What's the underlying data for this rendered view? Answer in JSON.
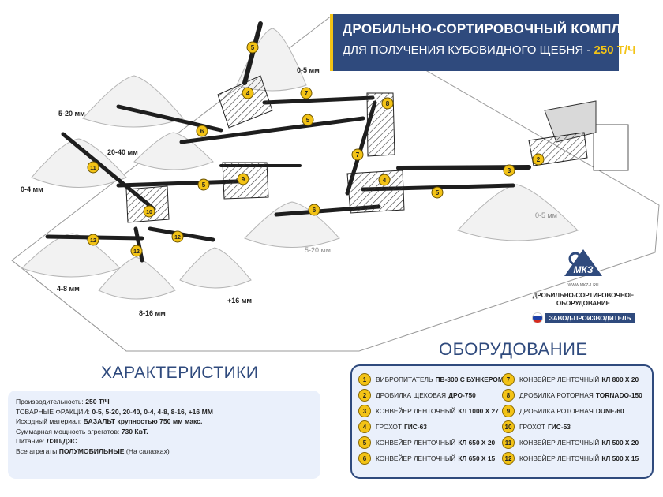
{
  "title": {
    "line1": "ДРОБИЛЬНО-СОРТИРОВОЧНЫЙ КОМПЛЕКС",
    "line2_prefix": "ДЛЯ ПОЛУЧЕНИЯ КУБОВИДНОГО ЩЕБНЯ -",
    "line2_capacity": "250 Т/Ч"
  },
  "pile_labels": {
    "p_0_5_top": "0-5 мм",
    "p_5_20_left": "5-20 мм",
    "p_20_40": "20-40 мм",
    "p_0_4": "0-4 мм",
    "p_4_8": "4-8 мм",
    "p_8_16": "8-16 мм",
    "p_16plus": "+16 мм",
    "p_5_20_center": "5-20 мм",
    "p_0_5_right": "0-5 мм"
  },
  "markers": [
    "5",
    "4",
    "7",
    "8",
    "5",
    "6",
    "11",
    "5",
    "9",
    "4",
    "7",
    "3",
    "2",
    "5",
    "6",
    "10",
    "12",
    "12",
    "12"
  ],
  "logo": {
    "mark": "МКЗ",
    "url": "WWW.MKZ-1.RU",
    "line1": "ДРОБИЛЬНО-СОРТИРОВОЧНОЕ",
    "line2": "ОБОРУДОВАНИЕ",
    "factory": "ЗАВОД-ПРОИЗВОДИТЕЛЬ",
    "flag_colors": [
      "#ffffff",
      "#1c3fa8",
      "#d52b1e"
    ]
  },
  "characteristics": {
    "heading": "ХАРАКТЕРИСТИКИ",
    "rows": [
      {
        "label": "Производительность:",
        "value": "250 Т/Ч",
        "extra": ""
      },
      {
        "label": "ТОВАРНЫЕ ФРАКЦИИ:",
        "value": "0-5, 5-20, 20-40, 0-4, 4-8, 8-16, +16 ММ",
        "extra": ""
      },
      {
        "label": "Исходный материал:",
        "value": "БАЗАЛЬТ крупностью 750 мм макс.",
        "extra": ""
      },
      {
        "label": "Суммарная мощность агрегатов:",
        "value": "730 КвТ.",
        "extra": ""
      },
      {
        "label": "Питание:",
        "value": "ЛЭП/ДЭС",
        "extra": ""
      },
      {
        "label": "Все агрегаты",
        "value": "ПОЛУМОБИЛЬНЫЕ",
        "extra": "(На салазках)"
      }
    ]
  },
  "equipment": {
    "heading": "ОБОРУДОВАНИЕ",
    "items": [
      {
        "num": "1",
        "name": "ВИБРОПИТАТЕЛЬ",
        "model": "ПВ-300 С БУНКЕРОМ"
      },
      {
        "num": "2",
        "name": "ДРОБИЛКА ЩЕКОВАЯ",
        "model": "ДРО-750"
      },
      {
        "num": "3",
        "name": "КОНВЕЙЕР ЛЕНТОЧНЫЙ",
        "model": "КЛ 1000 Х 27"
      },
      {
        "num": "4",
        "name": "ГРОХОТ",
        "model": "ГИС-63"
      },
      {
        "num": "5",
        "name": "КОНВЕЙЕР ЛЕНТОЧНЫЙ",
        "model": "КЛ 650 Х 20"
      },
      {
        "num": "6",
        "name": "КОНВЕЙЕР ЛЕНТОЧНЫЙ",
        "model": "КЛ 650 Х 15"
      },
      {
        "num": "7",
        "name": "КОНВЕЙЕР ЛЕНТОЧНЫЙ",
        "model": "КЛ 800 Х 20"
      },
      {
        "num": "8",
        "name": "ДРОБИЛКА РОТОРНАЯ",
        "model": "TORNADO-150"
      },
      {
        "num": "9",
        "name": "ДРОБИЛКА РОТОРНАЯ",
        "model": "DUNE-60"
      },
      {
        "num": "10",
        "name": "ГРОХОТ",
        "model": "ГИС-53"
      },
      {
        "num": "11",
        "name": "КОНВЕЙЕР ЛЕНТОЧНЫЙ",
        "model": "КЛ 500 Х 20"
      },
      {
        "num": "12",
        "name": "КОНВЕЙЕР ЛЕНТОЧНЫЙ",
        "model": "КЛ 500 Х 15"
      }
    ]
  },
  "colors": {
    "accent_blue": "#2f4a7d",
    "marker_yellow": "#f3c316",
    "box_bg": "#eaf0fb"
  }
}
